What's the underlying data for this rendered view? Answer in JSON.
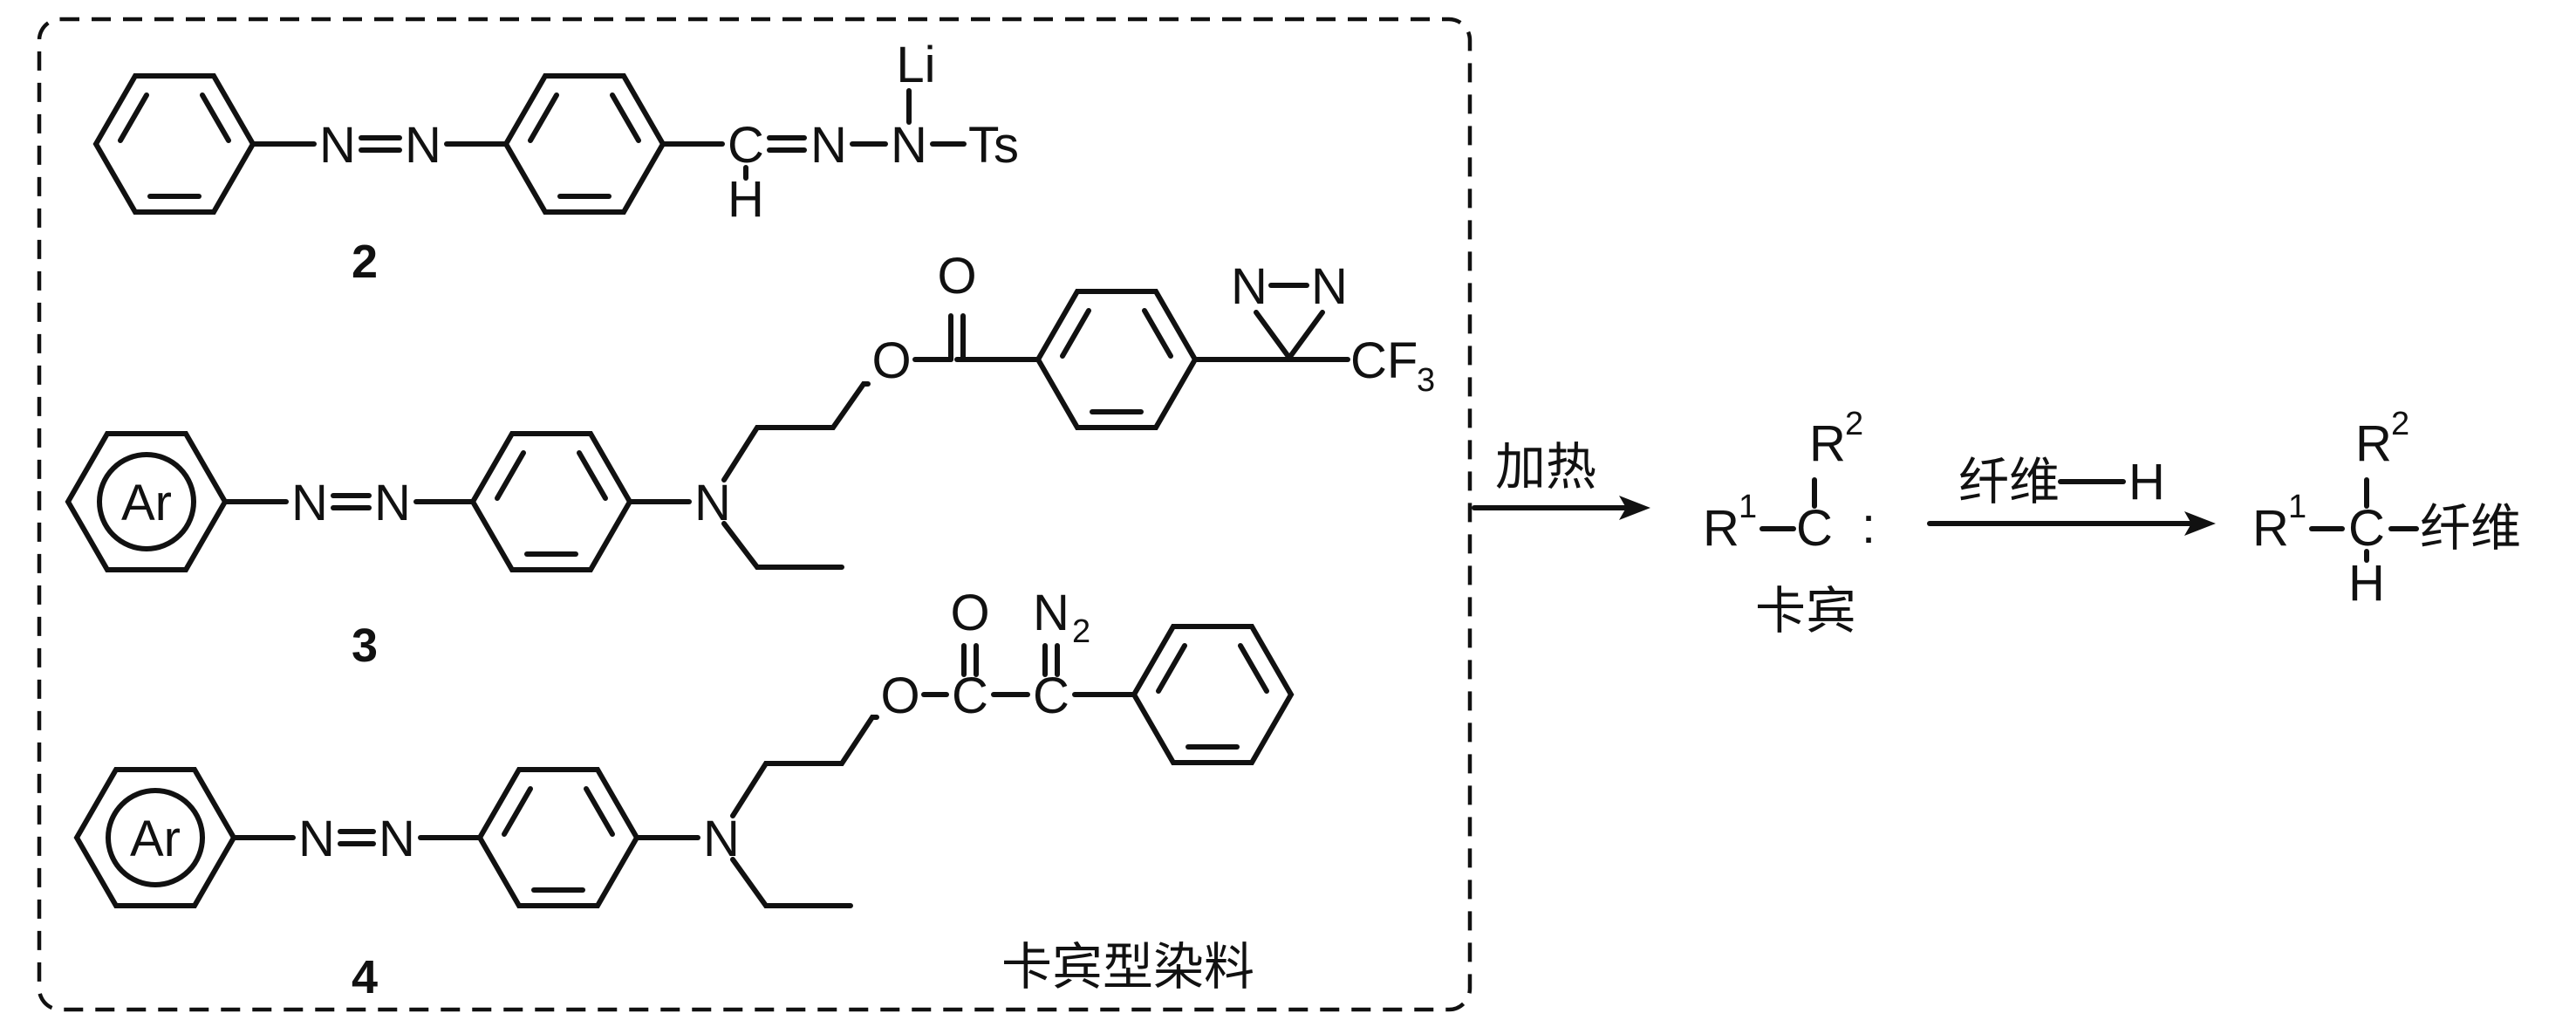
{
  "box": {
    "caption": "卡宾型染料"
  },
  "compounds": [
    {
      "id": "2",
      "label": "2",
      "atoms": {
        "n1": "N",
        "n2": "N",
        "c": "C",
        "h": "H",
        "n3": "N",
        "n4": "N",
        "li": "Li",
        "ts": "Ts"
      }
    },
    {
      "id": "3",
      "label": "3",
      "atoms": {
        "ar": "Ar",
        "n1": "N",
        "n2": "N",
        "n_amine": "N",
        "o_ester": "O",
        "o_carbonyl": "O",
        "dn1": "N",
        "dn2": "N",
        "cf3_main": "CF",
        "cf3_sub": "3"
      }
    },
    {
      "id": "4",
      "label": "4",
      "atoms": {
        "ar": "Ar",
        "n1": "N",
        "n2": "N",
        "n_amine": "N",
        "o_ester": "O",
        "o_carbonyl": "O",
        "c_carbonyl": "C",
        "c_diazo": "C",
        "n2_main": "N",
        "n2_sub": "2"
      }
    }
  ],
  "arrow1": {
    "label": "加热"
  },
  "carbene": {
    "r1": "R",
    "r1_sup": "1",
    "r2": "R",
    "r2_sup": "2",
    "c": "C",
    "lone_pair": ":",
    "name": "卡宾"
  },
  "arrow2": {
    "label_cn": "纤维",
    "label_h": "H"
  },
  "product": {
    "r1": "R",
    "r1_sup": "1",
    "r2": "R",
    "r2_sup": "2",
    "c": "C",
    "h": "H",
    "fiber": "纤维"
  }
}
